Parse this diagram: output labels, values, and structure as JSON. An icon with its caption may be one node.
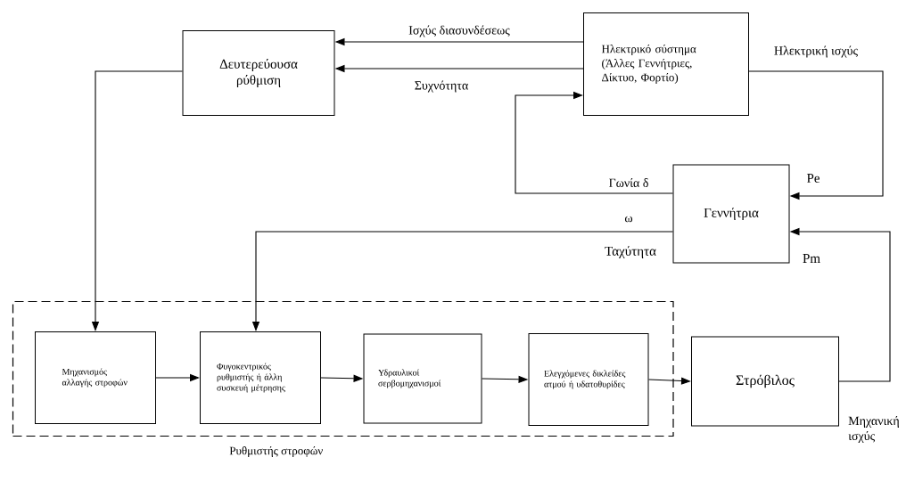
{
  "diagram": {
    "nodes": [
      {
        "text": [
          "Δευτερεύουσα ρύθμιση"
        ]
      },
      {
        "text": [
          "Ηλεκτρικό σύστημα (Άλλες Γεννήτριες, Δίκτυο, Φορτίο)"
        ]
      },
      {
        "text": [
          "Γεννήτρια"
        ]
      },
      {
        "text": [
          "Ρυθμιστής στροφών"
        ]
      },
      {
        "text": [
          "Μηχανισμός αλλαγής στροφών"
        ],
        "in": 3
      },
      {
        "text": [
          "Φυγοκεντρικός ρυθμιστής ή άλλη συσκευή μέτρησης"
        ],
        "in": 3
      },
      {
        "text": [
          "Υδραυλικοί σερβομηχανισμοί"
        ],
        "in": 3
      },
      {
        "text": [
          "Ελεγχόμενες δικλείδες ατμού ή υδατοθυρίδες"
        ],
        "in": 3
      },
      {
        "text": [
          "Στρόβιλος"
        ]
      }
    ],
    "edges": [
      {
        "from": 1,
        "to": 0,
        "arrow": "to",
        "label": "Ισχύς διασυνδέσεως"
      },
      {
        "from": 1,
        "to": 0,
        "arrow": "to",
        "label": "Συχνότητα"
      },
      {
        "from": 1,
        "to": 2,
        "arrow": "to",
        "label": "Ηλεκτρική ισχύς"
      },
      {
        "from": 2,
        "to": 1,
        "arrow": "to",
        "label": "Γωνία δ"
      },
      {
        "from": 2,
        "to": 5,
        "arrow": "to",
        "label": "ω"
      },
      {
        "from": 0,
        "to": 4,
        "arrow": "to"
      },
      {
        "from": 4,
        "to": 5,
        "arrow": "to"
      },
      {
        "from": 5,
        "to": 6,
        "arrow": "to"
      },
      {
        "from": 6,
        "to": 7,
        "arrow": "to"
      },
      {
        "from": 7,
        "to": 8,
        "arrow": "to"
      },
      {
        "from": 8,
        "to": 2,
        "arrow": "to",
        "label": "Μηχανική ισχύς"
      }
    ],
    "labels": [
      "Pe",
      "Ταχύτητα",
      "Pm"
    ]
  }
}
